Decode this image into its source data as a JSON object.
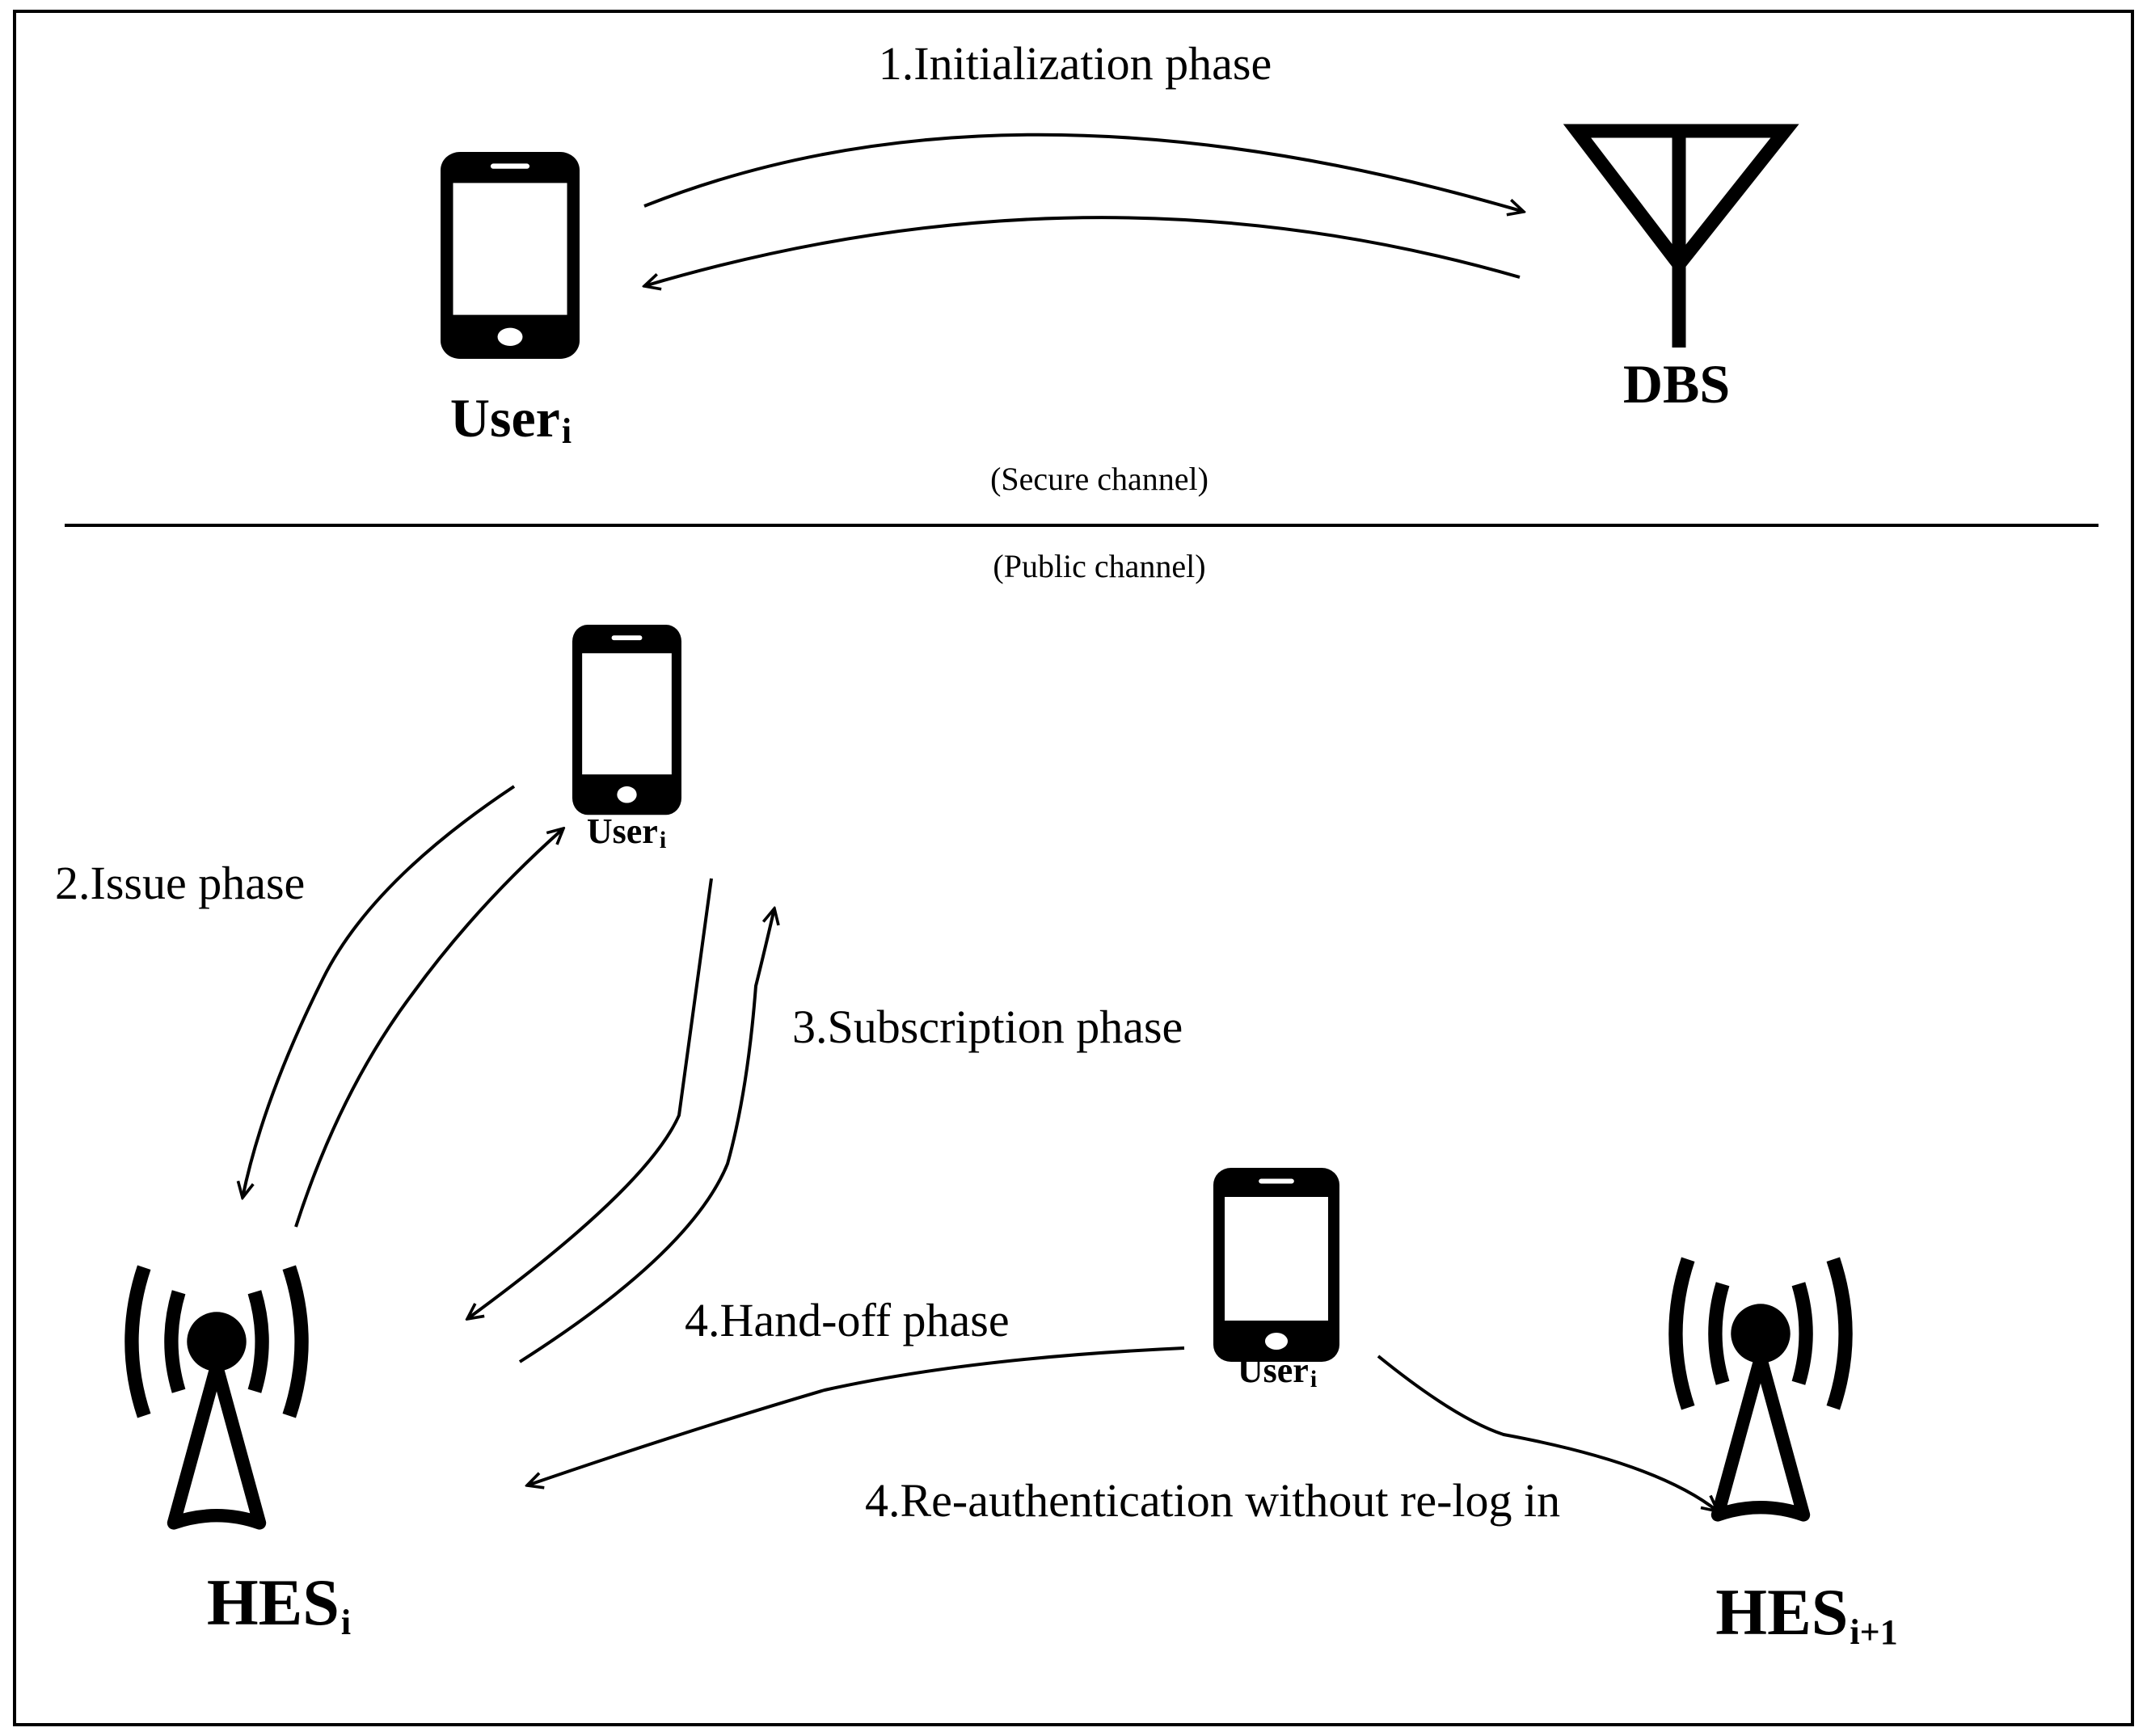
{
  "labels": {
    "initialization_phase": "1.Initialization phase",
    "issue_phase": "2.Issue phase",
    "subscription_phase": "3.Subscription phase",
    "handoff_phase": "4.Hand-off phase",
    "reauth_phase": "4.Re-authentication without re-log in",
    "secure_channel": "(Secure channel)",
    "public_channel": "(Public channel)"
  },
  "nodes": {
    "user_top": {
      "name": "User",
      "sub": "i"
    },
    "dbs": {
      "name": "DBS"
    },
    "user_mid": {
      "name": "User",
      "sub": "i"
    },
    "user_low": {
      "name": "User",
      "sub": "i"
    },
    "hes_left": {
      "name": "HES",
      "sub": "i"
    },
    "hes_right": {
      "name": "HES",
      "sub": "i+1"
    }
  },
  "icons": [
    "smartphone-icon",
    "antenna-icon",
    "cell-tower-icon"
  ],
  "colors": {
    "ink": "#000000",
    "background": "#ffffff"
  }
}
